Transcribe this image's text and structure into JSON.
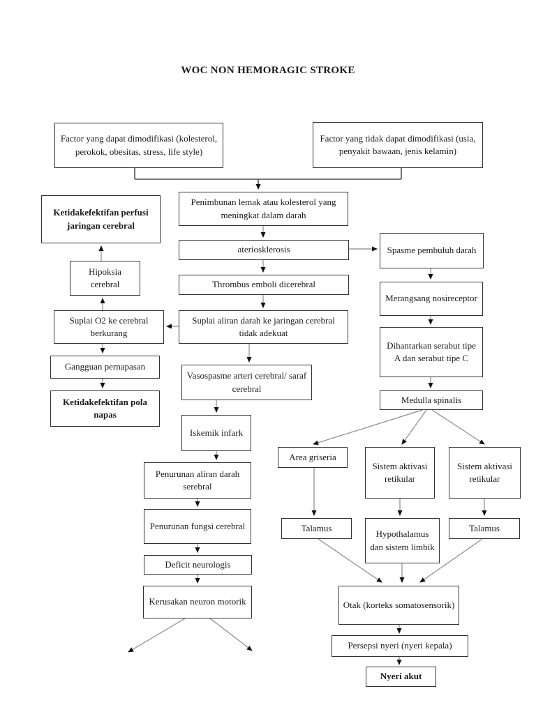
{
  "title": "WOC NON HEMORAGIC STROKE",
  "nodes": {
    "factor_modifiable": {
      "label": "Factor yang dapat dimodifikasi (kolesterol, perokok, obesitas, stress, life style)"
    },
    "factor_nonmodifiable": {
      "label": "Factor yang tidak dapat dimodifikasi (usia, penyakit bawaan, jenis kelamin)"
    },
    "penimbunan": {
      "label": "Penimbunan lemak atau kolesterol yang meningkat dalam darah"
    },
    "ateriosklerosis": {
      "label": "ateriosklerosis"
    },
    "thrombus": {
      "label": "Thrombus emboli dicerebral"
    },
    "suplai_darah": {
      "label": "Suplai aliran darah ke jaringan cerebral tidak adekuat"
    },
    "vasospasme": {
      "label": "Vasospasme arteri cerebral/ saraf cerebral"
    },
    "iskemik": {
      "label": "Iskemik infark"
    },
    "penurunan_aliran": {
      "label": "Penurunan aliran darah serebral"
    },
    "penurunan_fungsi": {
      "label": "Penurunan fungsi cerebral"
    },
    "deficit": {
      "label": "Deficit neurologis"
    },
    "kerusakan": {
      "label": "Kerusakan neuron motorik"
    },
    "perfusi": {
      "label": "Ketidakefektifan perfusi jaringan cerebral"
    },
    "hipoksia": {
      "label": "Hipoksia cerebral"
    },
    "suplai_o2": {
      "label": "Suplai O2 ke cerebral berkurang"
    },
    "gangguan": {
      "label": "Gangguan pernapasan"
    },
    "pola_napas": {
      "label": "Ketidakefektifan pola napas"
    },
    "spasme": {
      "label": "Spasme pembuluh darah"
    },
    "merangsang": {
      "label": "Merangsang nosireceptor"
    },
    "dihantarkan": {
      "label": "Dihantarkan serabut tipe A dan serabut tipe C"
    },
    "medulla": {
      "label": "Medulla spinalis"
    },
    "area_griseria": {
      "label": "Area griseria"
    },
    "sistem_aktivasi_1": {
      "label": "Sistem aktivasi retikular"
    },
    "sistem_aktivasi_2": {
      "label": "Sistem aktivasi retikular"
    },
    "talamus_1": {
      "label": "Talamus"
    },
    "hypothalamus": {
      "label": "Hypothalamus dan sistem limbik"
    },
    "talamus_2": {
      "label": "Talamus"
    },
    "otak": {
      "label": "Otak (korteks somatosensorik)"
    },
    "persepsi": {
      "label": "Persepsi nyeri (nyeri kepala)"
    },
    "nyeri_akut": {
      "label": "Nyeri akut"
    }
  },
  "edges": [
    "factor_modifiable->penimbunan",
    "factor_nonmodifiable->penimbunan",
    "penimbunan->ateriosklerosis",
    "ateriosklerosis->thrombus",
    "ateriosklerosis->spasme",
    "thrombus->suplai_darah",
    "suplai_darah->suplai_o2",
    "suplai_darah->vasospasme",
    "suplai_o2->hipoksia",
    "hipoksia->perfusi",
    "suplai_o2->gangguan",
    "gangguan->pola_napas",
    "vasospasme->iskemik",
    "iskemik->penurunan_aliran",
    "penurunan_aliran->penurunan_fungsi",
    "penurunan_fungsi->deficit",
    "deficit->kerusakan",
    "kerusakan->offpage_left",
    "kerusakan->offpage_right",
    "spasme->merangsang",
    "merangsang->dihantarkan",
    "dihantarkan->medulla",
    "medulla->area_griseria",
    "medulla->sistem_aktivasi_1",
    "medulla->sistem_aktivasi_2",
    "area_griseria->talamus_1",
    "sistem_aktivasi_1->hypothalamus",
    "sistem_aktivasi_2->talamus_2",
    "talamus_1->otak",
    "hypothalamus->otak",
    "talamus_2->otak",
    "otak->persepsi",
    "persepsi->nyeri_akut"
  ],
  "colors": {
    "background": "#ffffff",
    "ink": "#1b1b1b",
    "box_border": "#333333",
    "line": "#8a8a8a"
  }
}
